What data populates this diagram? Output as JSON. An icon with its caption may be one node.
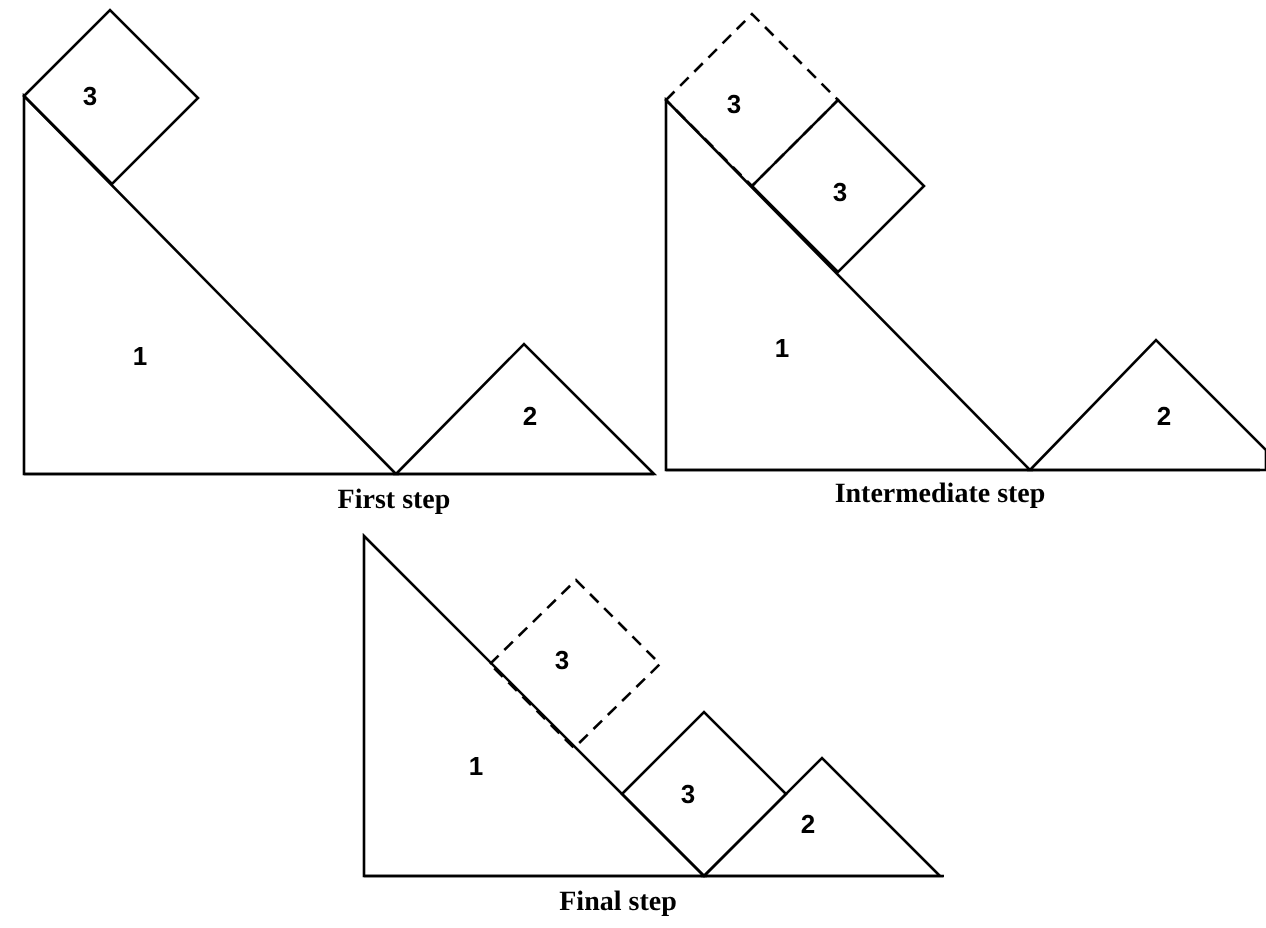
{
  "diagram": {
    "nodes": [
      {
        "text": [
          "3"
        ]
      },
      {
        "text": [
          "1"
        ]
      },
      {
        "text": [
          "2"
        ]
      },
      {
        "text": [
          "3"
        ]
      },
      {
        "text": [
          "3"
        ]
      },
      {
        "text": [
          "1"
        ]
      },
      {
        "text": [
          "2"
        ]
      },
      {
        "text": [
          "1"
        ]
      },
      {
        "text": [
          "3"
        ]
      },
      {
        "text": [
          "3"
        ]
      },
      {
        "text": [
          "2"
        ]
      }
    ],
    "labels": [
      "First step",
      "Intermediate step",
      "Final step"
    ]
  }
}
